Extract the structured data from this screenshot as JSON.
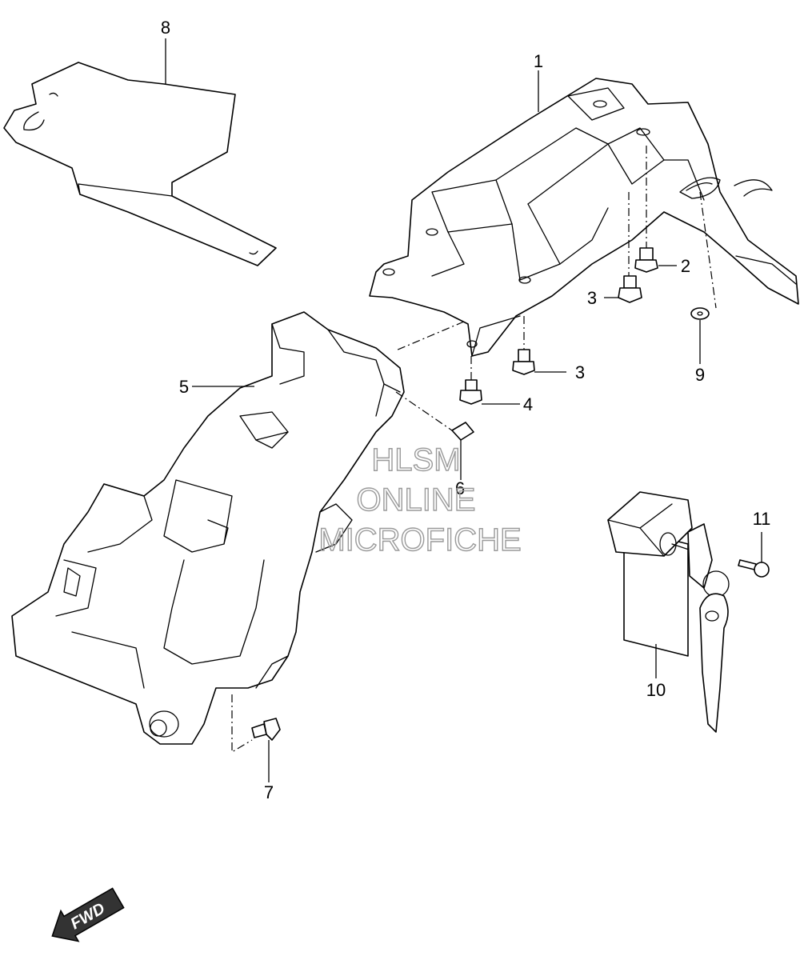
{
  "callouts": {
    "c1": "1",
    "c2": "2",
    "c3a": "3",
    "c3b": "3",
    "c4": "4",
    "c5": "5",
    "c6": "6",
    "c7": "7",
    "c8": "8",
    "c9": "9",
    "c10": "10",
    "c11": "11"
  },
  "watermark": {
    "line1": "HLSM",
    "line2": "ONLINE",
    "line3": "MICROFICHE",
    "color": "#9a9a9a"
  },
  "fwd_label": "FWD",
  "colors": {
    "line": "#000000",
    "background": "#ffffff",
    "fwd_fill": "#333333"
  }
}
